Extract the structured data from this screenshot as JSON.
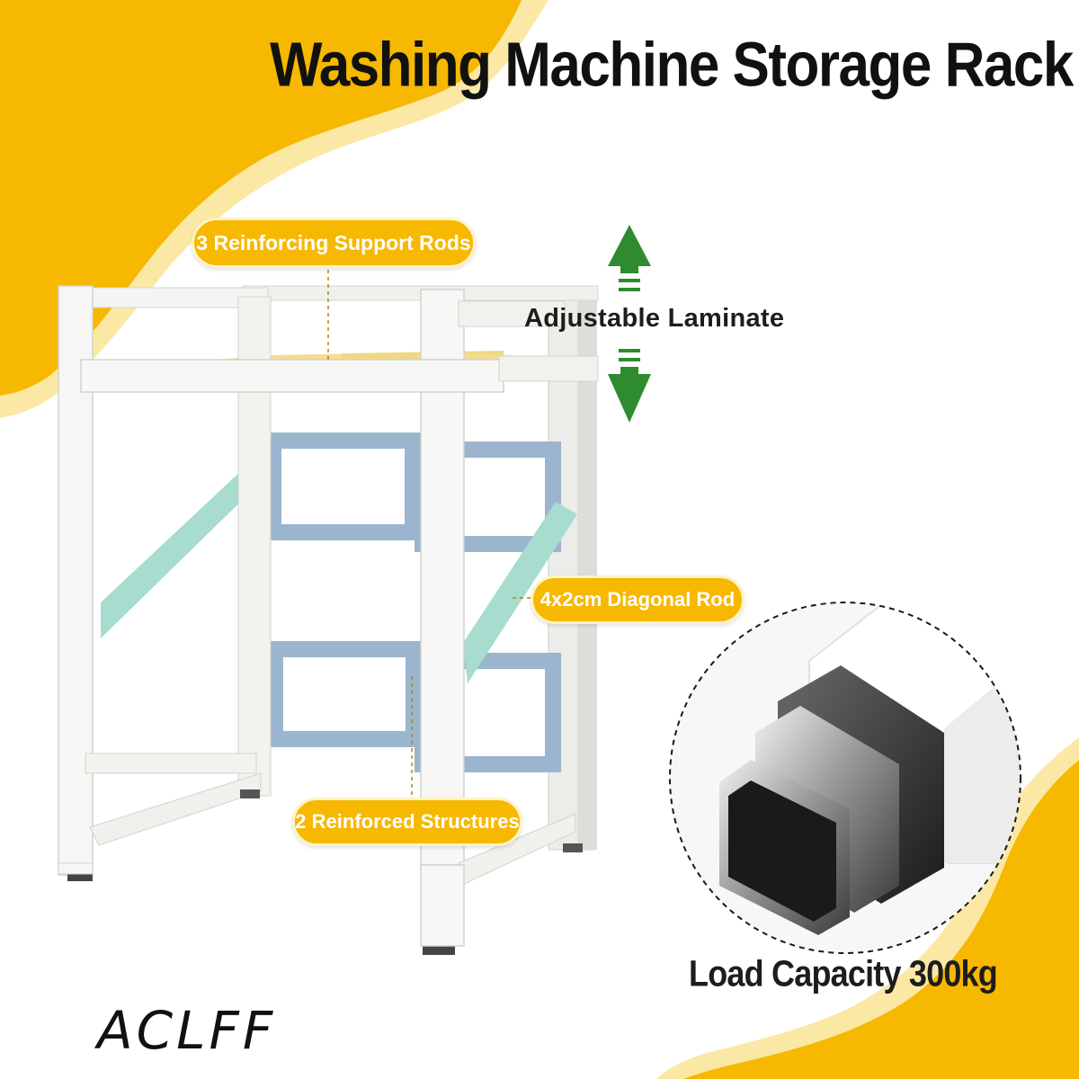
{
  "title": "Washing Machine Storage Rack",
  "callouts": {
    "support_rods": "3 Reinforcing Support Rods",
    "adjustable": "Adjustable Laminate",
    "diagonal_rod": "4x2cm Diagonal Rod",
    "structures": "2 Reinforced Structures",
    "load_capacity": "Load Capacity 300kg"
  },
  "brand": "ACLFF",
  "icons": [
    "arrow-up-icon",
    "arrow-down-icon"
  ],
  "colors": {
    "accent_yellow": "#f6b800",
    "frame_white": "#f4f4f2",
    "support_rod_yellow": "#f4dc92",
    "diagonal_rod_mint": "#a7dcce",
    "reinforced_blue": "#9bb5cf",
    "arrow_green": "#2e8b2e",
    "text_dark": "#111111"
  }
}
